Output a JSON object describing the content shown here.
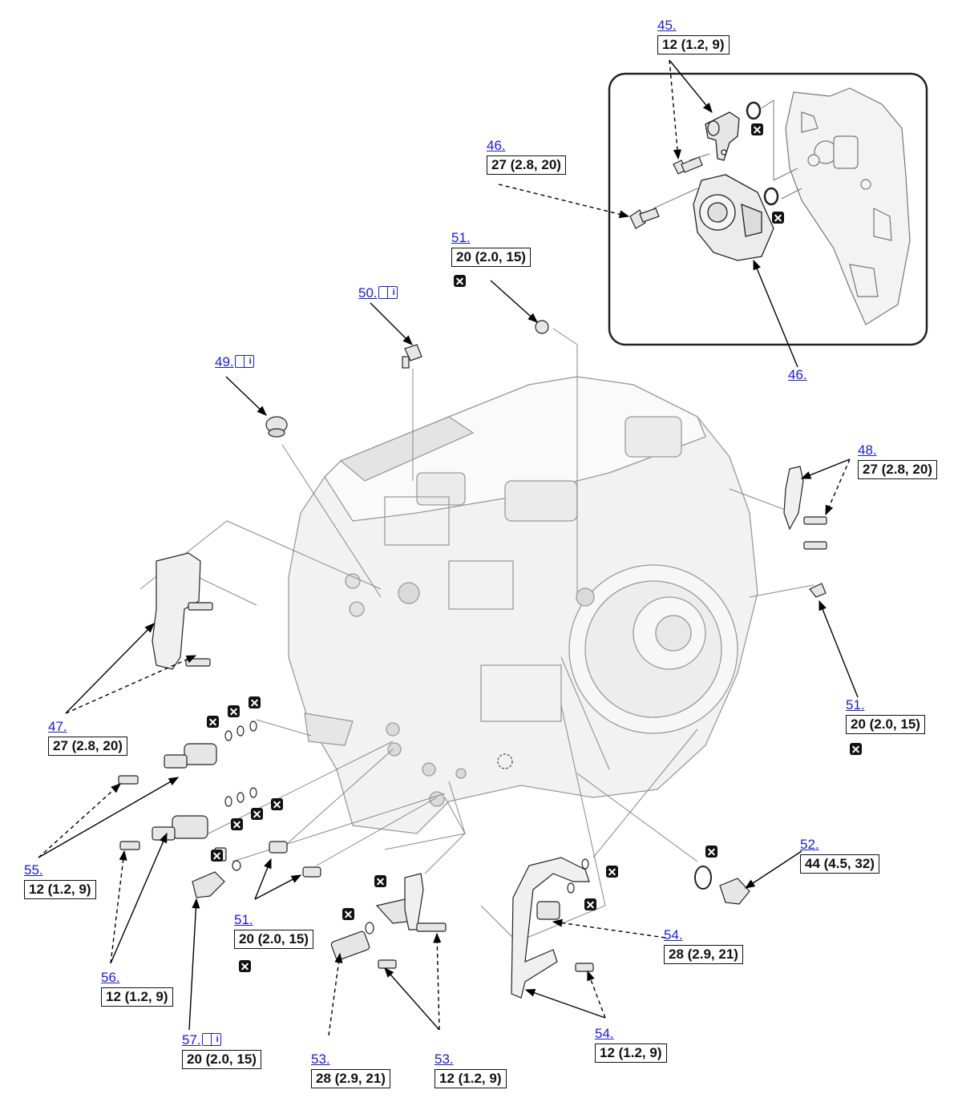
{
  "callouts": [
    {
      "id": "c45",
      "ref": "45.",
      "torque": "12 (1.2, 9)"
    },
    {
      "id": "c46a",
      "ref": "46.",
      "torque": "27 (2.8, 20)"
    },
    {
      "id": "c46b",
      "ref": "46."
    },
    {
      "id": "c51a",
      "ref": "51.",
      "torque": "20 (2.0, 15)"
    },
    {
      "id": "c50",
      "ref": "50."
    },
    {
      "id": "c49",
      "ref": "49."
    },
    {
      "id": "c48",
      "ref": "48.",
      "torque": "27 (2.8, 20)"
    },
    {
      "id": "c47",
      "ref": "47.",
      "torque": "27 (2.8, 20)"
    },
    {
      "id": "c51b",
      "ref": "51.",
      "torque": "20 (2.0, 15)"
    },
    {
      "id": "c52",
      "ref": "52.",
      "torque": "44 (4.5, 32)"
    },
    {
      "id": "c55",
      "ref": "55.",
      "torque": "12 (1.2, 9)"
    },
    {
      "id": "c51c",
      "ref": "51.",
      "torque": "20 (2.0, 15)"
    },
    {
      "id": "c54a",
      "ref": "54.",
      "torque": "28 (2.9, 21)"
    },
    {
      "id": "c56",
      "ref": "56.",
      "torque": "12 (1.2, 9)"
    },
    {
      "id": "c54b",
      "ref": "54.",
      "torque": "12 (1.2, 9)"
    },
    {
      "id": "c57",
      "ref": "57.",
      "torque": "20 (2.0, 15)"
    },
    {
      "id": "c53a",
      "ref": "53.",
      "torque": "28 (2.9, 21)"
    },
    {
      "id": "c53b",
      "ref": "53.",
      "torque": "12 (1.2, 9)"
    }
  ],
  "icons": {
    "replace_mark": "replace-part-icon",
    "manual_link": "manual-book-icon"
  }
}
